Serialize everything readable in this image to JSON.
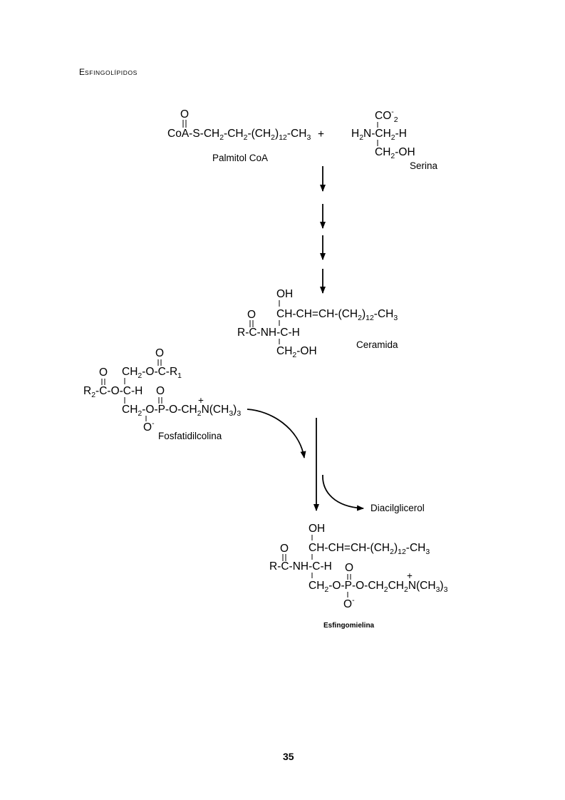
{
  "title": {
    "first": "E",
    "rest": "SFINGOLÍPIDOS"
  },
  "palmitoyl_coa": {
    "label": "Palmitol CoA",
    "carbonyl_O": "O",
    "p1": "CoA-S-CH",
    "s1": "2",
    "p2": "-CH",
    "s2": "2",
    "p3": "-(CH",
    "s3": "2",
    "p4": ")",
    "s4": "12",
    "p5": "-CH",
    "s5": "3"
  },
  "plus_sign": "+",
  "serine": {
    "label": "Serina",
    "co2_a": "CO",
    "co2_sup": "-",
    "co2_sub": "2",
    "h2n_a": "H",
    "h2n_sub": "2",
    "h2n_b": "N-CH",
    "h2n_sub2": "2",
    "h2n_c": "-H",
    "ch2oh_a": "CH",
    "ch2oh_sub": "2",
    "ch2oh_b": "-OH"
  },
  "ceramide": {
    "label": "Ceramida",
    "oh": "OH",
    "chain_a": "CH-CH=CH-(CH",
    "chain_s1": "2",
    "chain_b": ")",
    "chain_s2": "12",
    "chain_c": "-CH",
    "chain_s3": "3",
    "carbonyl_O": "O",
    "amide": "R-C-NH-C-H",
    "ch2oh_a": "CH",
    "ch2oh_sub": "2",
    "ch2oh_b": "-OH"
  },
  "phosphatidylcholine": {
    "label": "Fosfatidilcolina",
    "o_top": "O",
    "row1_a": "CH",
    "row1_s": "2",
    "row1_b": "-O-C-R",
    "row1_s2": "1",
    "o_left": "O",
    "row2_a": "R",
    "row2_s": "2",
    "row2_b": "-C-O-C-H",
    "o_p": "O",
    "plus": "+",
    "row3_a": "CH",
    "row3_s": "2",
    "row3_b": "-O-P-O-CH",
    "row3_s2": "2",
    "row3_c": "N(CH",
    "row3_s3": "3",
    "row3_d": ")",
    "row3_s4": "3",
    "o_minus": "O",
    "o_minus_sup": "-"
  },
  "diacylglycerol": {
    "label": "Diacilglicerol"
  },
  "sphingomyelin": {
    "label": "Esfingomielina",
    "oh": "OH",
    "chain_a": "CH-CH=CH-(CH",
    "chain_s1": "2",
    "chain_b": ")",
    "chain_s2": "12",
    "chain_c": "-CH",
    "chain_s3": "3",
    "carbonyl_O": "O",
    "amide": "R-C-NH-C-H",
    "o_p": "O",
    "plus": "+",
    "row3_a": "CH",
    "row3_s": "2",
    "row3_b": "-O-P-O-CH",
    "row3_s2": "2",
    "row3_c": "CH",
    "row3_s3": "2",
    "row3_d": "N(CH",
    "row3_s4": "3",
    "row3_e": ")",
    "row3_s5": "3",
    "o_minus": "O",
    "o_minus_sup": "-"
  },
  "page_number": "35"
}
